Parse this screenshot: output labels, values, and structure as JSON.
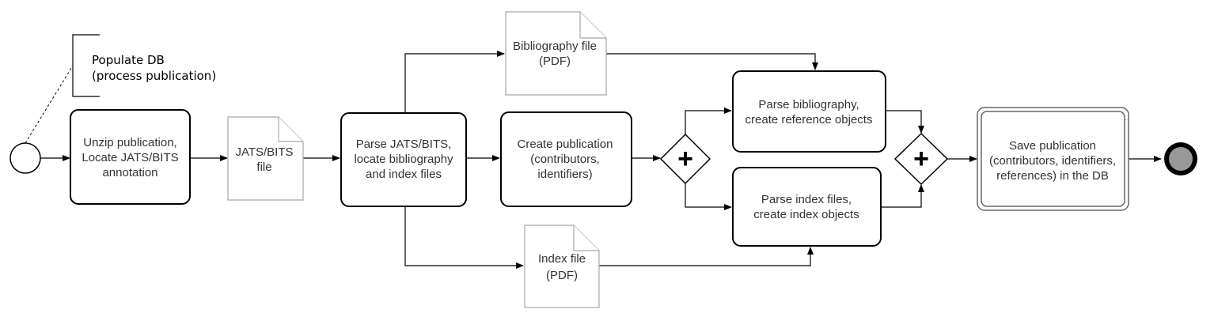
{
  "annotation": {
    "line1": "Populate DB",
    "line2": "(process publication)"
  },
  "tasks": {
    "unzip": [
      "Unzip publication,",
      "Locate JATS/BITS",
      "annotation"
    ],
    "parse_jats": [
      "Parse JATS/BITS,",
      "locate bibliography",
      "and index files"
    ],
    "create_pub": [
      "Create publication",
      "(contributors,",
      "identifiers)"
    ],
    "parse_bib": [
      "Parse bibliography,",
      "create reference objects"
    ],
    "parse_index": [
      "Parse index files,",
      "create index objects"
    ],
    "save_pub": [
      "Save publication",
      "(contributors, identifiers,",
      "references) in the DB"
    ]
  },
  "documents": {
    "jats": [
      "JATS/BITS",
      "file"
    ],
    "bibliography": [
      "Bibliography file",
      "(PDF)"
    ],
    "index": [
      "Index file",
      "(PDF)"
    ]
  },
  "gateways": {
    "split_symbol": "+",
    "join_symbol": "+"
  },
  "colors": {
    "stroke": "#000000",
    "document_stroke": "#a6a6a6",
    "text": "#333333",
    "end_fill": "#999999"
  }
}
